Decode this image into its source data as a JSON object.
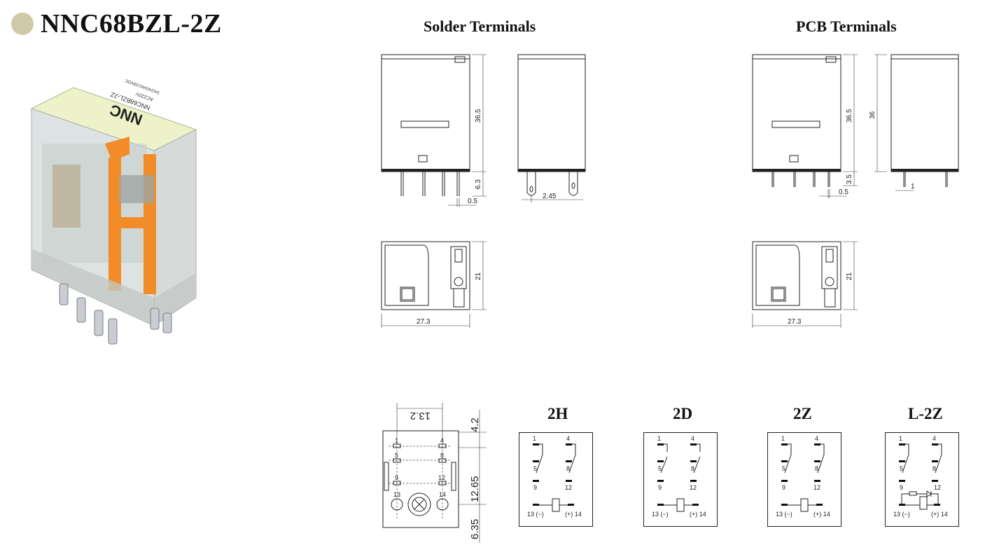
{
  "product": {
    "title": "NNC68BZL-2Z"
  },
  "relay_label": {
    "brand": "NNC",
    "model": "NNC68BZL-2Z",
    "line1": "AC220V",
    "line2": "5A/240VAC/28VDC"
  },
  "headers": {
    "solder": "Solder Terminals",
    "pcb": "PCB Terminals"
  },
  "solder": {
    "height": "36.5",
    "pin_len": "6.3",
    "pin_w": "0.5",
    "pin_pitch": "2.45",
    "depth": "21",
    "width": "27.3"
  },
  "pcb": {
    "height": "36.5",
    "height2": "36",
    "pin_len": "3.5",
    "pin_w": "0.5",
    "pin_d": "1",
    "depth": "21",
    "width": "27.3"
  },
  "footprint": {
    "top": "13.2",
    "side_a": "4.2",
    "side_b": "12.65",
    "side_c": "6.35"
  },
  "schematics": [
    {
      "title": "2H",
      "coil_neg": "13 (−)",
      "coil_pos": "(+) 14"
    },
    {
      "title": "2D",
      "coil_neg": "13 (−)",
      "coil_pos": "(+) 14"
    },
    {
      "title": "2Z",
      "coil_neg": "13 (−)",
      "coil_pos": "(+) 14"
    },
    {
      "title": "L-2Z",
      "coil_neg": "13 (−)",
      "coil_pos": "(+) 14"
    }
  ],
  "pin_labels": {
    "p1": "1",
    "p4": "4",
    "p5": "5",
    "p8": "8",
    "p9": "9",
    "p12": "12",
    "p13": "13",
    "p14": "14"
  }
}
